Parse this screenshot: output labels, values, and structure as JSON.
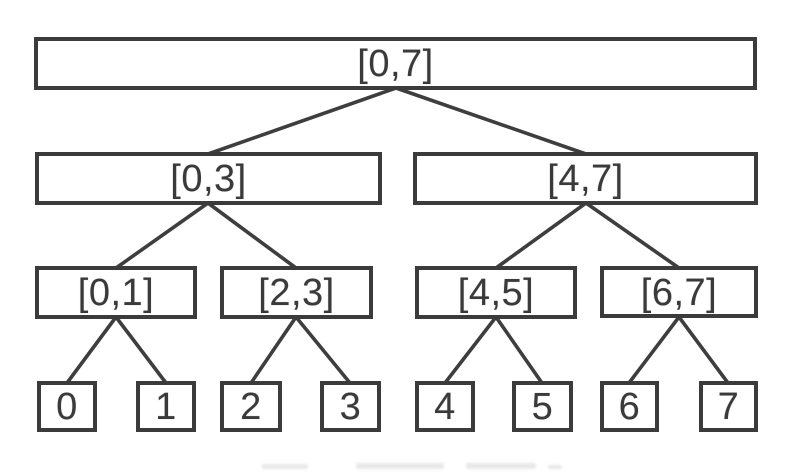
{
  "diagram": {
    "kind": "segment-tree",
    "range": "[0,7]",
    "levels": [
      {
        "nodes": [
          {
            "label": "[0,7]"
          }
        ]
      },
      {
        "nodes": [
          {
            "label": "[0,3]"
          },
          {
            "label": "[4,7]"
          }
        ]
      },
      {
        "nodes": [
          {
            "label": "[0,1]"
          },
          {
            "label": "[2,3]"
          },
          {
            "label": "[4,5]"
          },
          {
            "label": "[6,7]"
          }
        ]
      },
      {
        "nodes": [
          {
            "label": "0"
          },
          {
            "label": "1"
          },
          {
            "label": "2"
          },
          {
            "label": "3"
          },
          {
            "label": "4"
          },
          {
            "label": "5"
          },
          {
            "label": "6"
          },
          {
            "label": "7"
          }
        ]
      }
    ],
    "edges": [
      {
        "from": "[0,7]",
        "to": "[0,3]"
      },
      {
        "from": "[0,7]",
        "to": "[4,7]"
      },
      {
        "from": "[0,3]",
        "to": "[0,1]"
      },
      {
        "from": "[0,3]",
        "to": "[2,3]"
      },
      {
        "from": "[4,7]",
        "to": "[4,5]"
      },
      {
        "from": "[4,7]",
        "to": "[6,7]"
      },
      {
        "from": "[0,1]",
        "to": "0"
      },
      {
        "from": "[0,1]",
        "to": "1"
      },
      {
        "from": "[2,3]",
        "to": "2"
      },
      {
        "from": "[2,3]",
        "to": "3"
      },
      {
        "from": "[4,5]",
        "to": "4"
      },
      {
        "from": "[4,5]",
        "to": "5"
      },
      {
        "from": "[6,7]",
        "to": "6"
      },
      {
        "from": "[6,7]",
        "to": "7"
      }
    ]
  },
  "colors": {
    "stroke": "#3b3b3b",
    "text": "#3a3a3a",
    "background": "#ffffff"
  }
}
